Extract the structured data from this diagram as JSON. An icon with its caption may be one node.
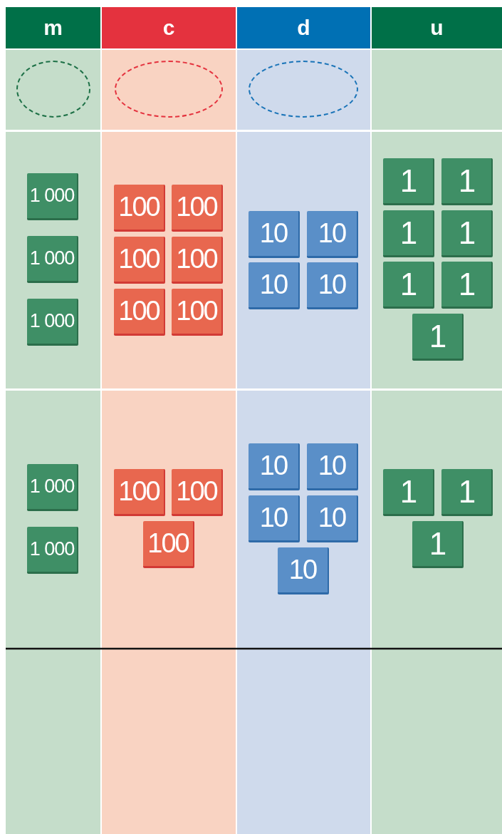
{
  "diagram": {
    "nodes": [
      {
        "text": [
          "m"
        ]
      },
      {
        "text": [
          "c"
        ]
      },
      {
        "text": [
          "d"
        ]
      },
      {
        "text": [
          "u"
        ]
      },
      {
        "text": [],
        "shape": "ellipse"
      },
      {
        "text": [],
        "shape": "ellipse"
      },
      {
        "text": [],
        "shape": "ellipse"
      },
      {
        "text": [
          "1 000"
        ]
      },
      {
        "text": [
          "100"
        ]
      },
      {
        "text": [
          "100"
        ]
      },
      {
        "text": [
          "10"
        ]
      },
      {
        "text": [
          "10"
        ]
      },
      {
        "text": [
          "1"
        ]
      },
      {
        "text": [
          "1"
        ]
      },
      {
        "text": [
          "100"
        ]
      },
      {
        "text": [
          "100"
        ]
      },
      {
        "text": [
          "1 000"
        ]
      },
      {
        "text": [
          "1"
        ]
      },
      {
        "text": [
          "1"
        ]
      },
      {
        "text": [
          "10"
        ]
      },
      {
        "text": [
          "10"
        ]
      },
      {
        "text": [
          "100"
        ]
      },
      {
        "text": [
          "100"
        ]
      },
      {
        "text": [
          "1"
        ]
      },
      {
        "text": [
          "1"
        ]
      },
      {
        "text": [
          "1 000"
        ]
      },
      {
        "text": [
          "1"
        ]
      },
      {
        "text": [
          "1 000"
        ]
      },
      {
        "text": [
          "10"
        ]
      },
      {
        "text": [
          "10"
        ]
      },
      {
        "text": [
          "100"
        ]
      },
      {
        "text": [
          "100"
        ]
      },
      {
        "text": [
          "1"
        ]
      },
      {
        "text": [
          "1"
        ]
      },
      {
        "text": [
          "100"
        ]
      },
      {
        "text": [
          "10"
        ]
      },
      {
        "text": [
          "10"
        ]
      },
      {
        "text": [
          "1"
        ]
      },
      {
        "text": [
          "1 000"
        ]
      },
      {
        "text": [
          "10"
        ]
      }
    ]
  }
}
